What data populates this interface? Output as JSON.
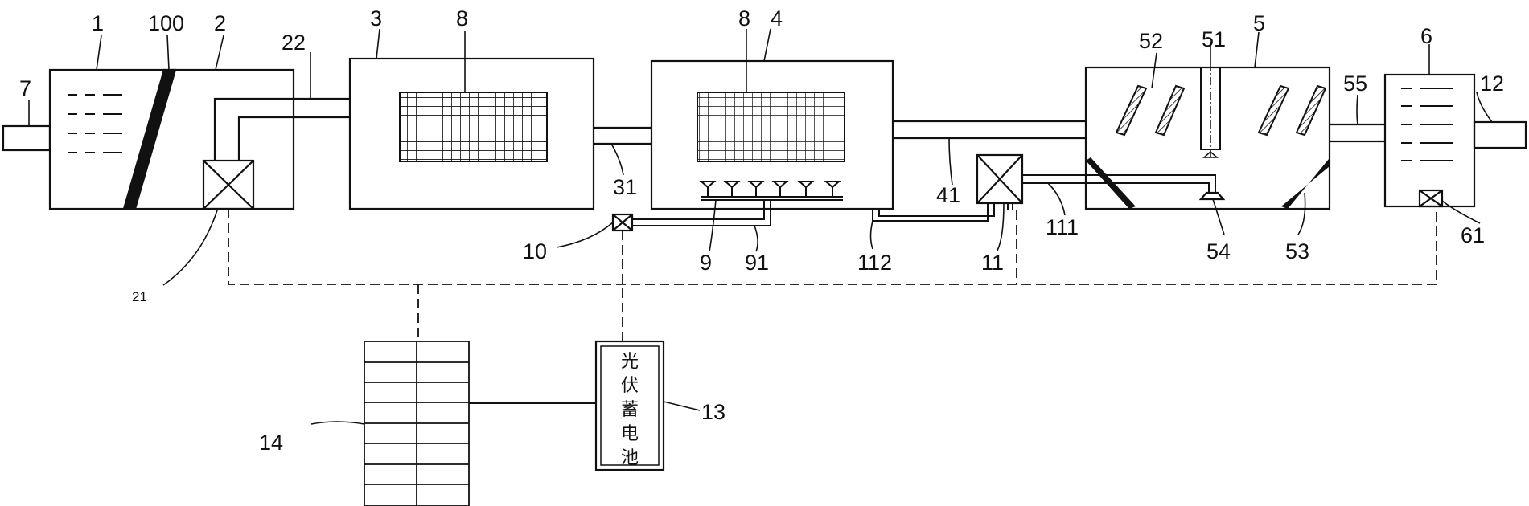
{
  "labels": {
    "tank_1": "1",
    "inclined_plate_100": "100",
    "tank_2": "2",
    "pipe_22": "22",
    "reactor_3": "3",
    "packing_8a": "8",
    "packing_8b": "8",
    "reactor_4": "4",
    "settler_5": "5",
    "baffle_52": "52",
    "mixer_51": "51",
    "tank_6": "6",
    "inlet_7": "7",
    "pipe_55": "55",
    "outlet_12": "12",
    "pipe_31": "31",
    "pipe_41": "41",
    "pump_10": "10",
    "aerator_9": "9",
    "air_pipe_91": "91",
    "pipe_112": "112",
    "pump_11": "11",
    "pipe_111": "111",
    "nozzle_54": "54",
    "slope_53": "53",
    "pump_61": "61",
    "pump_21": "21",
    "battery_13": "13",
    "panel_14": "14"
  },
  "battery_text": [
    "光",
    "伏",
    "蓄",
    "电",
    "池"
  ],
  "colors": {
    "line": "#111111",
    "background": "#ffffff"
  }
}
